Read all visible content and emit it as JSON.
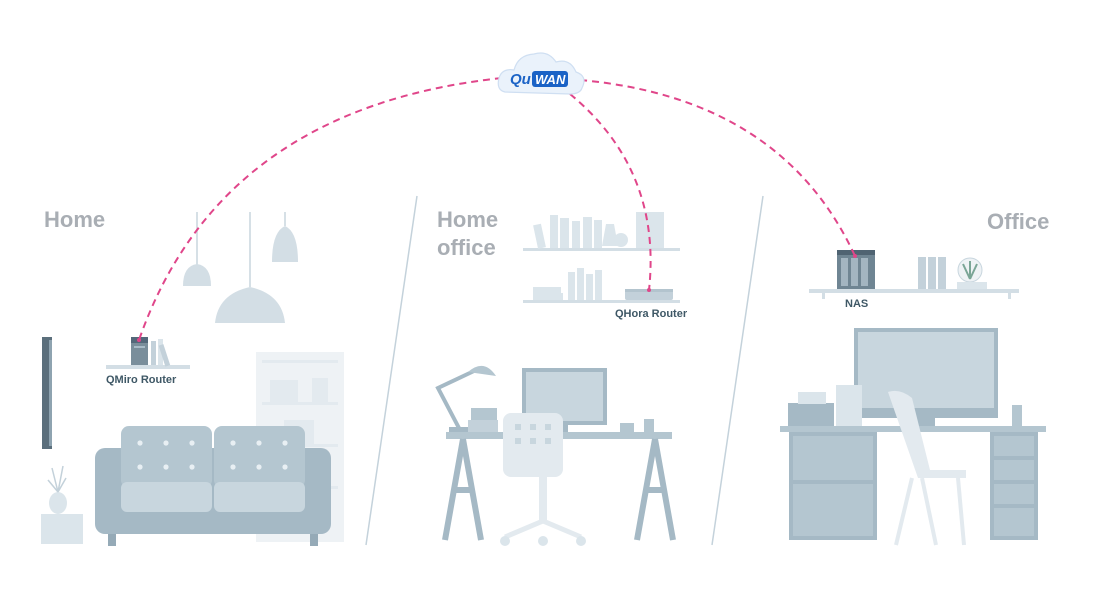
{
  "cloud": {
    "brand_prefix": "Qu",
    "brand_suffix": "WAN",
    "icon": "cloud-icon"
  },
  "rooms": [
    {
      "id": "home",
      "title_lines": [
        "Home"
      ]
    },
    {
      "id": "home-office",
      "title_lines": [
        "Home",
        "office"
      ]
    },
    {
      "id": "office",
      "title_lines": [
        "Office"
      ]
    }
  ],
  "devices": [
    {
      "id": "qmiro",
      "label": "QMiro Router",
      "icon": "router-icon"
    },
    {
      "id": "qhora",
      "label": "QHora Router",
      "icon": "router-icon"
    },
    {
      "id": "nas",
      "label": "NAS",
      "icon": "nas-icon"
    }
  ],
  "colors": {
    "link": "#e0468a",
    "furniture": "#a9bcc8",
    "furniture_light": "#d3dee5",
    "furniture_pale": "#e8eef2",
    "title": "#a9aeb4",
    "label": "#3f5866",
    "brand_blue": "#1b63c6"
  }
}
